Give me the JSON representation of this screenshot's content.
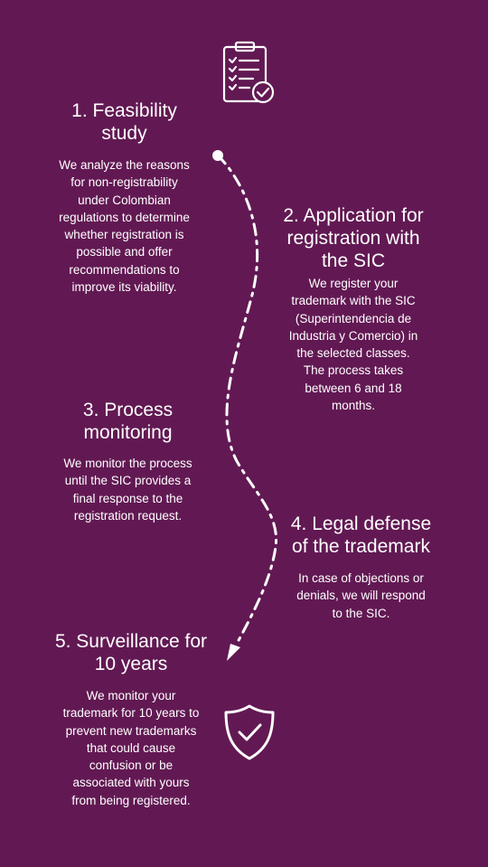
{
  "icons": {
    "top": "clipboard-checklist-icon",
    "bottom": "shield-check-icon"
  },
  "colors": {
    "background": "#621953",
    "foreground": "#ffffff"
  },
  "steps": [
    {
      "title_lines": [
        "1. Feasibility",
        "study"
      ],
      "body_lines": [
        "We analyze the reasons",
        "for non-registrability",
        "under Colombian",
        "regulations to determine",
        "whether registration is",
        "possible and offer",
        "recommendations to",
        "improve its viability."
      ]
    },
    {
      "title_lines": [
        "2. Application for",
        "registration with",
        "the SIC"
      ],
      "body_lines": [
        "We register your",
        "trademark with the SIC",
        "(Superintendencia de",
        "Industria y Comercio) in",
        "the selected classes.",
        "The process takes",
        "between 6 and 18",
        "months."
      ]
    },
    {
      "title_lines": [
        "3. Process",
        "monitoring"
      ],
      "body_lines": [
        "We monitor the process",
        "until the SIC provides a",
        "final response to the",
        "registration request."
      ]
    },
    {
      "title_lines": [
        "4. Legal defense",
        "of the trademark"
      ],
      "body_lines": [
        "In case of objections or",
        "denials, we will respond",
        "to the SIC."
      ]
    },
    {
      "title_lines": [
        "5. Surveillance for",
        "10 years"
      ],
      "body_lines": [
        "We monitor your",
        "trademark for 10 years to",
        "prevent new trademarks",
        "that could cause",
        "confusion or be",
        "associated with yours",
        "from being registered."
      ]
    }
  ]
}
